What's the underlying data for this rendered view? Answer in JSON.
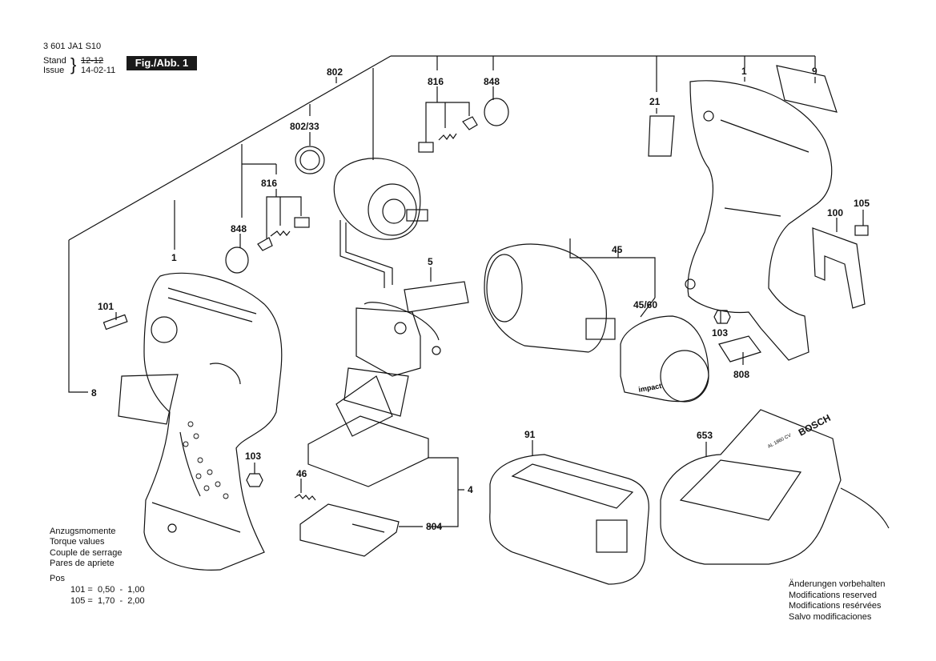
{
  "header": {
    "part_number": "3 601 JA1 S10",
    "stand_label": "Stand",
    "issue_label": "Issue",
    "stand_value": "12-12",
    "issue_value": "14-02-11",
    "figure": "Fig./Abb. 1"
  },
  "torque": {
    "lines": [
      "Anzugsmomente",
      "Torque values",
      "Couple de serrage",
      "Pares de apriete"
    ],
    "pos_label": "Pos",
    "rows": [
      "101 =  0,50  -  1,00",
      "105 =  1,70  -  2,00"
    ]
  },
  "modifications": {
    "lines": [
      "Änderungen vorbehalten",
      "Modifications reserved",
      "Modifications resérvées",
      "Salvo modificaciones"
    ]
  },
  "part_labels": {
    "p802": "802",
    "p816a": "816",
    "p848a": "848",
    "p80233": "802/33",
    "p816b": "816",
    "p848b": "848",
    "p1a": "1",
    "p101": "101",
    "p8": "8",
    "p103a": "103",
    "p46": "46",
    "p4": "4",
    "p804": "804",
    "p5": "5",
    "p45": "45",
    "p4560": "45/60",
    "p91": "91",
    "p653": "653",
    "p21": "21",
    "p1b": "1",
    "p9": "9",
    "p100": "100",
    "p105": "105",
    "p103b": "103",
    "p808": "808"
  },
  "product_marks": {
    "charger_brand": "BOSCH",
    "charger_model": "AL 1860 CV",
    "boot_text": "impact"
  }
}
